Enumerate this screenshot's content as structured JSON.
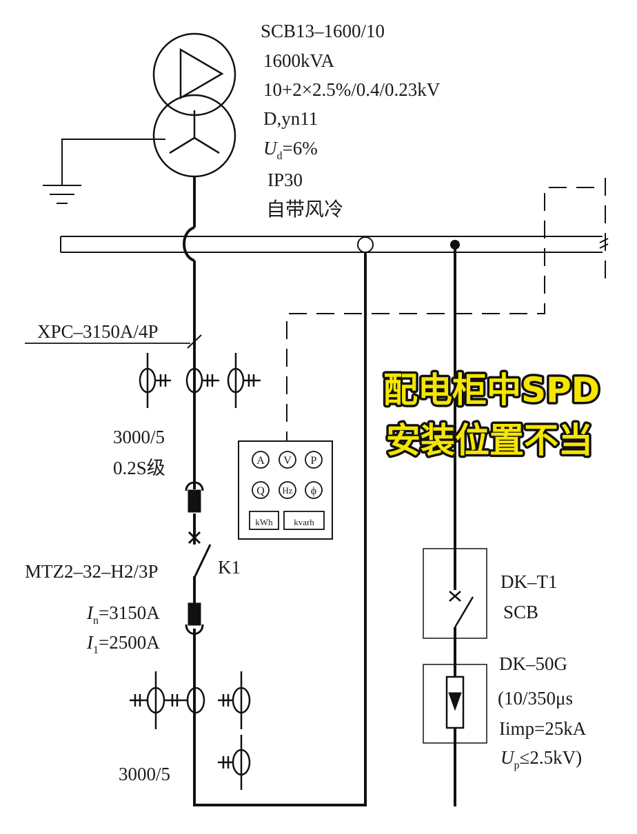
{
  "transformer": {
    "model": "SCB13–1600/10",
    "capacity": "1600kVA",
    "ratio": "10+2×2.5%/0.4/0.23kV",
    "vector_group": "D,yn11",
    "ud_symbol": "U",
    "ud_sub": "d",
    "ud_value": "=6%",
    "ip": "IP30",
    "cooling": "自带风冷"
  },
  "feeder": {
    "busway": "XPC–3150A/4P",
    "ct1_ratio": "3000/5",
    "ct1_class": "0.2S级",
    "breaker_model": "MTZ2–32–H2/3P",
    "breaker_id": "K1",
    "in_symbol": "I",
    "in_sub": "n",
    "in_value": "=3150A",
    "i1_symbol": "I",
    "i1_sub": "1",
    "i1_value": "=2500A",
    "ct2_ratio": "3000/5"
  },
  "meter_panel": {
    "ammeter": "A",
    "voltmeter": "V",
    "power": "P",
    "reactive": "Q",
    "frequency": "Hz",
    "phase": "ϕ",
    "kwh": "kWh",
    "kvarh": "kvarh"
  },
  "spd": {
    "scb_model": "DK–T1",
    "scb_label": "SCB",
    "spd_model": "DK–50G",
    "waveform": "(10/350μs",
    "iimp": "Iimp=25kA",
    "up_symbol": "U",
    "up_sub": "p",
    "up_value": "≤2.5kV)"
  },
  "callout": {
    "line1": "配电柜中SPD",
    "line2": "安装位置不当"
  },
  "colors": {
    "line": "#111111",
    "callout_fill": "#f5e600",
    "callout_stroke": "#111111"
  }
}
